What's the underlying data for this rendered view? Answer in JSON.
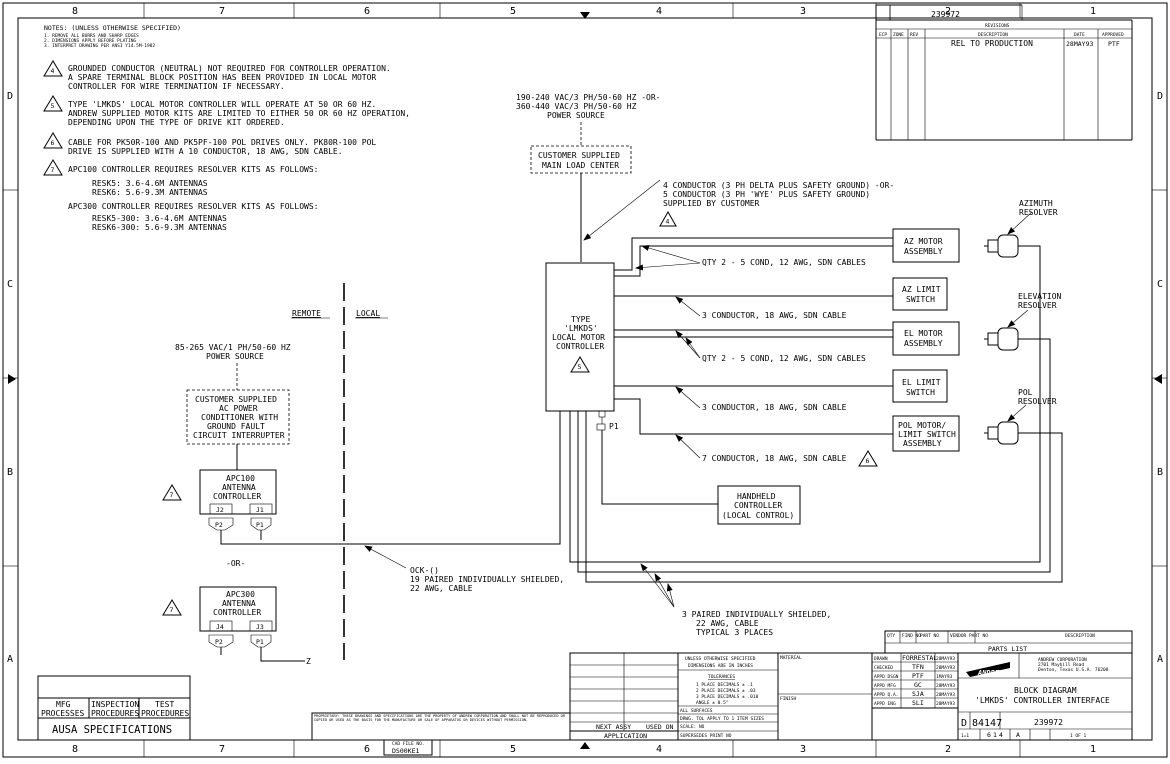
{
  "zones": {
    "top": [
      "8",
      "7",
      "6",
      "5",
      "4",
      "3",
      "2",
      "1"
    ],
    "bottom": [
      "8",
      "7",
      "6",
      "5",
      "4",
      "3",
      "2",
      "1"
    ],
    "left": [
      "D",
      "C",
      "B",
      "A"
    ],
    "right": [
      "D",
      "C",
      "B",
      "A"
    ]
  },
  "notes": {
    "header": "NOTES: (UNLESS OTHERWISE SPECIFIED)",
    "small": [
      "1. REMOVE ALL BURRS AND SHARP EDGES",
      "2. DIMENSIONS APPLY BEFORE PLATING",
      "3. INTERPRET DRAWING PER ANSI Y14.5M-1982"
    ],
    "n4": [
      "GROUNDED CONDUCTOR (NEUTRAL) NOT REQUIRED FOR CONTROLLER OPERATION.",
      "A SPARE TERMINAL BLOCK POSITION HAS BEEN PROVIDED IN LOCAL MOTOR",
      "CONTROLLER FOR WIRE TERMINATION IF NECESSARY."
    ],
    "n5": [
      "TYPE 'LMKDS' LOCAL MOTOR CONTROLLER WILL OPERATE AT 50 OR 60 HZ.",
      "ANDREW SUPPLIED MOTOR KITS ARE LIMITED TO EITHER 50 OR 60 HZ OPERATION,",
      "DEPENDING UPON THE TYPE OF DRIVE KIT ORDERED."
    ],
    "n6": [
      "CABLE FOR PK50R-100 AND PK5PF-100 POL DRIVES ONLY.  PK80R-100 POL",
      "DRIVE IS SUPPLIED WITH A 10 CONDUCTOR, 18 AWG, SDN CABLE."
    ],
    "n7": [
      "APC100 CONTROLLER REQUIRES RESOLVER KITS AS FOLLOWS:"
    ],
    "n7a": [
      "RESK5: 3.6-4.6M ANTENNAS",
      "RESK6: 5.6-9.3M ANTENNAS"
    ],
    "n7b": "APC300 CONTROLLER REQUIRES RESOLVER KITS AS FOLLOWS:",
    "n7c": [
      "RESK5-300: 3.6-4.6M ANTENNAS",
      "RESK6-300: 5.6-9.3M ANTENNAS"
    ],
    "num4": "4",
    "num5": "5",
    "num6": "6",
    "num7": "7"
  },
  "diagram": {
    "remote": "REMOTE",
    "local": "LOCAL",
    "power3": [
      "190-240 VAC/3 PH/50-60 HZ  -OR-",
      "360-440 VAC/3 PH/50-60 HZ",
      "POWER SOURCE"
    ],
    "main_load": [
      "CUSTOMER SUPPLIED",
      "MAIN LOAD CENTER"
    ],
    "conductor4": [
      "4 CONDUCTOR (3 PH DELTA PLUS SAFETY GROUND)  -OR-",
      "5 CONDUCTOR (3 PH 'WYE' PLUS SAFETY GROUND)",
      "SUPPLIED BY CUSTOMER"
    ],
    "lmc": [
      "TYPE",
      "'LMKDS'",
      "LOCAL MOTOR",
      "CONTROLLER"
    ],
    "power1": [
      "85-265 VAC/1 PH/50-60 HZ",
      "POWER SOURCE"
    ],
    "conditioner": [
      "CUSTOMER SUPPLIED",
      "AC POWER",
      "CONDITIONER WITH",
      "GROUND FAULT",
      "CIRCUIT INTERRUPTER"
    ],
    "apc100": [
      "APC100",
      "ANTENNA",
      "CONTROLLER"
    ],
    "apc300": [
      "APC300",
      "ANTENNA",
      "CONTROLLER"
    ],
    "j2": "J2",
    "j1": "J1",
    "p2": "P2",
    "p1": "P1",
    "j4": "J4",
    "j3": "J3",
    "p2b": "P2",
    "p1b": "P1",
    "or": "-OR-",
    "z": "Z",
    "ock": [
      "OCK-()",
      "19 PAIRED INDIVIDUALLY SHIELDED,",
      "22 AWG, CABLE"
    ],
    "az_motor": [
      "AZ MOTOR",
      "ASSEMBLY"
    ],
    "az_limit": [
      "AZ LIMIT",
      "SWITCH"
    ],
    "el_motor": [
      "EL MOTOR",
      "ASSEMBLY"
    ],
    "el_limit": [
      "EL LIMIT",
      "SWITCH"
    ],
    "pol_motor": [
      "POL MOTOR/",
      "LIMIT SWITCH",
      "ASSEMBLY"
    ],
    "az_res": [
      "AZIMUTH",
      "RESOLVER"
    ],
    "el_res": [
      "ELEVATION",
      "RESOLVER"
    ],
    "pol_res": [
      "POL",
      "RESOLVER"
    ],
    "c1": "QTY 2 - 5 COND, 12 AWG, SDN CABLES",
    "c2": "3 CONDUCTOR, 18 AWG, SDN CABLE",
    "c3": "QTY 2 - 5 COND, 12 AWG, SDN CABLES",
    "c4": "3 CONDUCTOR, 18 AWG, SDN CABLE",
    "c5": "7 CONDUCTOR, 18 AWG, SDN CABLE",
    "p1_lmc": "P1",
    "handheld": [
      "HANDHELD",
      "CONTROLLER",
      "(LOCAL CONTROL)"
    ],
    "paired3": [
      "3 PAIRED INDIVIDUALLY SHIELDED,",
      "22 AWG, CABLE",
      "TYPICAL 3 PLACES"
    ]
  },
  "revisions": {
    "dwg_no": "239972",
    "title": "REVISIONS",
    "headers": [
      "ECP",
      "ZONE",
      "REV",
      "DESCRIPTION",
      "DATE",
      "APPROVED"
    ],
    "row": {
      "desc": "REL TO PRODUCTION",
      "date": "28MAY93",
      "appr": "PTF"
    }
  },
  "bottom_left": {
    "cols": [
      [
        "MFG",
        "PROCESSES"
      ],
      [
        "INSPECTION",
        "PROCEDURES"
      ],
      [
        "TEST",
        "PROCEDURES"
      ]
    ],
    "spec": "AUSA SPECIFICATIONS"
  },
  "proprietary": "PROPRIETARY: THESE DRAWINGS AND SPECIFICATIONS ARE THE PROPERTY OF ANDREW CORPORATION AND SHALL NOT BE REPRODUCED OR COPIED OR USED AS THE BASIS FOR THE MANUFACTURE OR SALE OF APPARATUS OR DEVICES WITHOUT PERMISSION.",
  "cad": {
    "label": "CAD FILE NO.",
    "value": "DS00KE1"
  },
  "application": {
    "next": "NEXT ASSY",
    "used": "USED ON",
    "label": "APPLICATION"
  },
  "tolerances": {
    "head": [
      "UNLESS OTHERWISE SPECIFIED",
      "DIMENSIONS ARE IN INCHES"
    ],
    "title": "TOLERANCES",
    "lines": [
      "1 PLACE DECIMALS ± .1",
      "2 PLACE DECIMALS ± .03",
      "3 PLACE DECIMALS ± .010",
      "ANGLE ± 0.5°"
    ],
    "rows": [
      "ALL SURFACES",
      "DRWG. TOL APPLY TO 1 ITEM SIZES",
      "SCALE: NO",
      "SUPERSEDES PRINT NO"
    ]
  },
  "material": "MATERIAL",
  "finish": "FINISH",
  "signoff": {
    "roles": [
      "DRAWN",
      "CHECKED",
      "APPD DSGN",
      "APPD MFG",
      "APPD Q.A.",
      "APPD ENG"
    ],
    "names": [
      "FORRESTAL",
      "TFN",
      "PTF",
      "GC",
      "SJA",
      "SLI"
    ],
    "dates": [
      "28MAY93",
      "28MAY93",
      "1MAY93",
      "28MAY93",
      "28MAY93",
      "28MAY93"
    ]
  },
  "company": {
    "name": "ANDREW",
    "lines": [
      "ANDREW CORPORATION",
      "2701 Mayhill Road",
      "Denton, Texas  U.S.A.  76208"
    ]
  },
  "title_block": {
    "title": [
      "BLOCK DIAGRAM",
      "'LMKDS' CONTROLLER INTERFACE"
    ],
    "size": "D",
    "cage": "84147",
    "dwg": "239972",
    "scale": "1=1",
    "sheet": "1 OF 1",
    "rev_digits": [
      "6",
      "1",
      "4"
    ],
    "rev": "A"
  },
  "parts_list": {
    "title": "PARTS LIST",
    "headers": [
      "QTY",
      "FIND NO",
      "PART NO",
      "VENDOR PART NO",
      "DESCRIPTION"
    ]
  }
}
